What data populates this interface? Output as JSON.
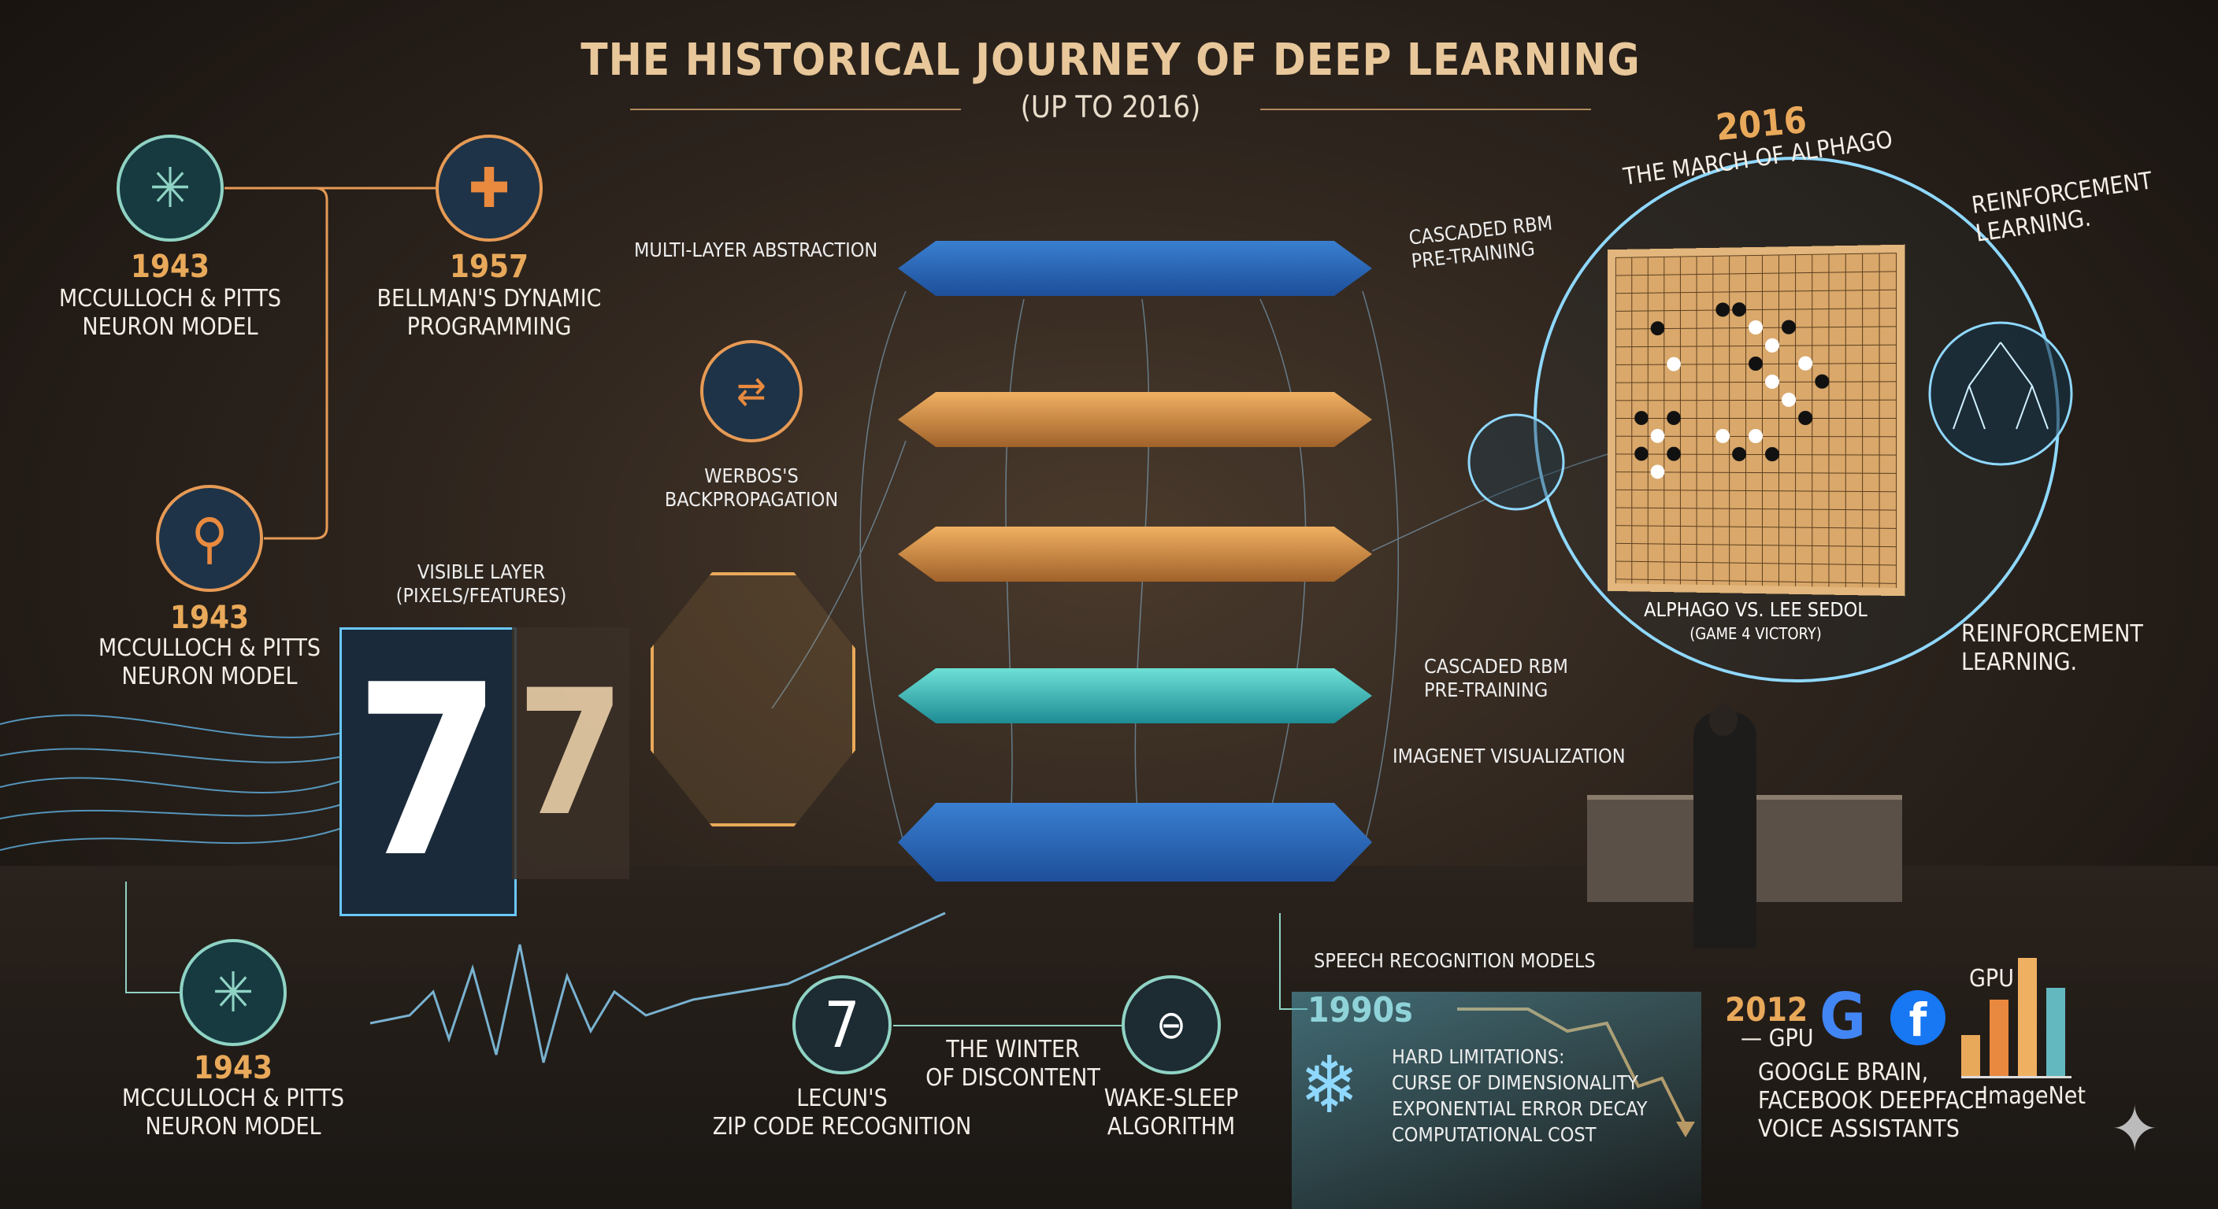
{
  "header": {
    "title": "THE HISTORICAL JOURNEY OF DEEP LEARNING",
    "subtitle": "(UP TO 2016)"
  },
  "milestones": [
    {
      "year": "1943",
      "label_lines": [
        "MCCULLOCH & PITTS",
        "NEURON MODEL"
      ],
      "icon": "neuron-icon"
    },
    {
      "year": "1957",
      "label_lines": [
        "BELLMAN'S DYNAMIC",
        "PROGRAMMING"
      ],
      "icon": "puzzle-icon"
    },
    {
      "year": "1943",
      "label_lines": [
        "McCULLOCH & PITTS",
        "NEURON MODEL"
      ],
      "icon": "network-node-icon"
    },
    {
      "year": "1943",
      "label_lines": [
        "McCULLOCH & PITTS",
        "NEURON MODEL"
      ],
      "icon": "neuron-icon"
    }
  ],
  "network": {
    "werbos_lines": [
      "WERBOS'S",
      "BACKPROPAGATION"
    ],
    "multi_layer": "MULTI-LAYER ABSTRACTION",
    "visible_layer_lines": [
      "VISIBLE LAYER",
      "(PIXELS/FEATURES)"
    ],
    "cascaded_rbm_top_lines": [
      "CASCADED RBM",
      "PRE-TRAINING"
    ],
    "cascaded_rbm_bottom_lines": [
      "CASCADED RBM",
      "PRE-TRAINING"
    ],
    "imagenet_viz": "IMAGENET VISUALIZATION",
    "speech": "SPEECH RECOGNITION MODELS",
    "digit": "7"
  },
  "bottom": {
    "lecun_icon_text": "7",
    "lecun_lines": [
      "LECUN'S",
      "ZIP CODE RECOGNITION"
    ],
    "winter_lines": [
      "THE WINTER",
      "OF DISCONTENT"
    ],
    "wake_sleep_lines": [
      "WAKE-SLEEP",
      "ALGORITHM"
    ],
    "nineties": "1990s",
    "limitations": [
      "HARD LIMITATIONS:",
      "CURSE OF DIMENSIONALITY",
      "EXPONENTIAL ERROR DECAY",
      "COMPUTATIONAL COST"
    ],
    "year_2012": "2012",
    "gpu_dash": "— GPU",
    "companies": [
      "GOOGLE BRAIN,",
      "FACEBOOK DEEPFACE",
      "VOICE ASSISTANTS"
    ],
    "google_letter": "G",
    "facebook_letter": "f",
    "gpu_label": "GPU",
    "imagenet_label": "ImageNet",
    "bar_levels": [
      0.35,
      0.65,
      1.0,
      0.75
    ],
    "bar_colors": [
      "#e9a95a",
      "#e9883f",
      "#f0b062",
      "#63b8c0"
    ]
  },
  "alphago": {
    "year": "2016",
    "title": "THE MARCH OF ALPHAGO",
    "rl_top_lines": [
      "REINFORCEMENT",
      "LEARNING."
    ],
    "rl_bottom_lines": [
      "REINFORCEMENT",
      "LEARNING."
    ],
    "caption_lines": [
      "ALPHAGO VS. LEE SEDOL",
      "(GAME 4 VICTORY)"
    ]
  },
  "colors": {
    "accent_orange": "#e9a95a",
    "accent_teal": "#8fd3c4",
    "glow_blue": "#6ac8ff"
  }
}
